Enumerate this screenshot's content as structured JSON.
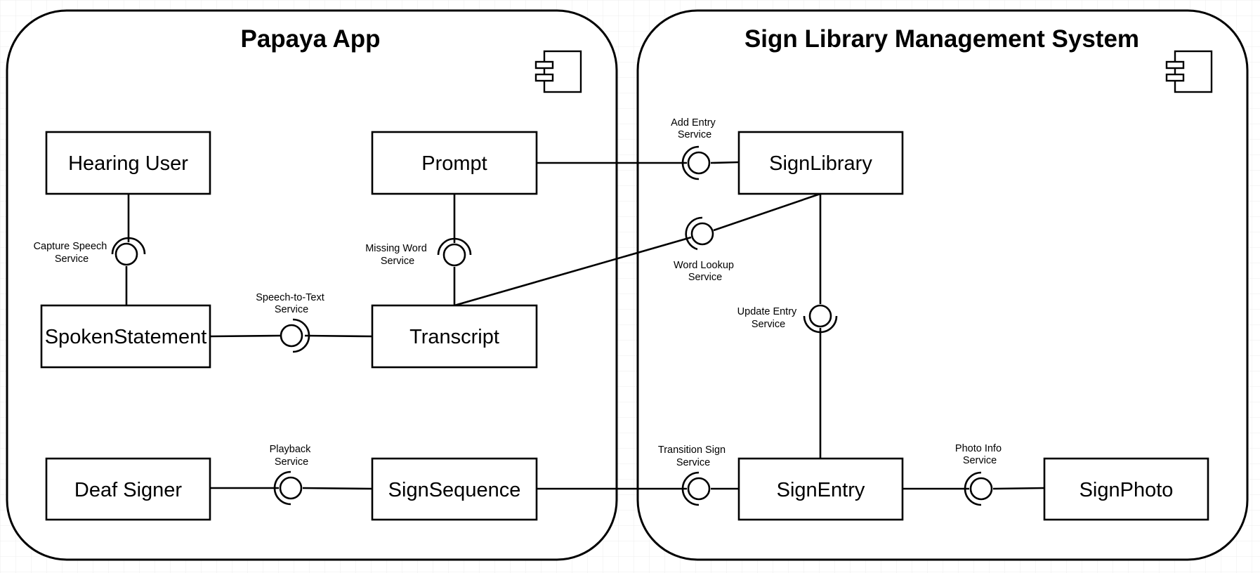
{
  "containers": {
    "papaya_app": {
      "title": "Papaya App"
    },
    "sign_library_system": {
      "title": "Sign Library Management System"
    }
  },
  "components": {
    "hearing_user": "Hearing User",
    "spoken_statement": "SpokenStatement",
    "deaf_signer": "Deaf Signer",
    "prompt": "Prompt",
    "transcript": "Transcript",
    "sign_sequence": "SignSequence",
    "sign_library": "SignLibrary",
    "sign_entry": "SignEntry",
    "sign_photo": "SignPhoto"
  },
  "services": {
    "capture_speech": [
      "Capture Speech",
      "Service"
    ],
    "speech_to_text": [
      "Speech-to-Text",
      "Service"
    ],
    "missing_word": [
      "Missing Word",
      "Service"
    ],
    "playback": [
      "Playback",
      "Service"
    ],
    "add_entry": [
      "Add Entry",
      "Service"
    ],
    "word_lookup": [
      "Word Lookup",
      "Service"
    ],
    "update_entry": [
      "Update Entry",
      "Service"
    ],
    "transition_sign": [
      "Transition Sign",
      "Service"
    ],
    "photo_info": [
      "Photo Info",
      "Service"
    ]
  },
  "icons": {
    "container_component_icon": "uml-component-icon"
  },
  "colors": {
    "background": "#ffffff",
    "grid": "#ececec",
    "stroke": "#000000"
  }
}
